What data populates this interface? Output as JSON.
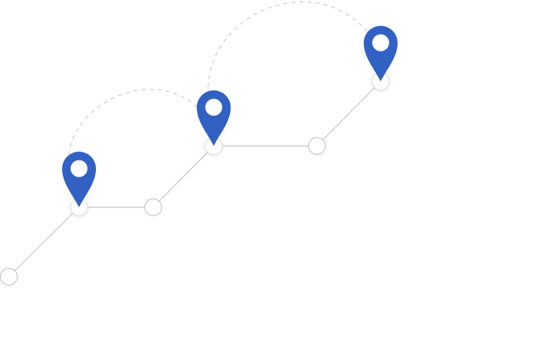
{
  "colors": {
    "pin": "#3261c4",
    "line": "#c8c8c8",
    "node_fill": "#ffffff",
    "dashed_arc": "#c4c4c4"
  },
  "route": {
    "stops": [
      "stop-1",
      "stop-2",
      "stop-3",
      "stop-4",
      "stop-5",
      "stop-6"
    ],
    "pinned_stops": [
      "stop-2",
      "stop-4",
      "stop-6"
    ]
  },
  "icons": {
    "pin": "map-pin-icon"
  }
}
